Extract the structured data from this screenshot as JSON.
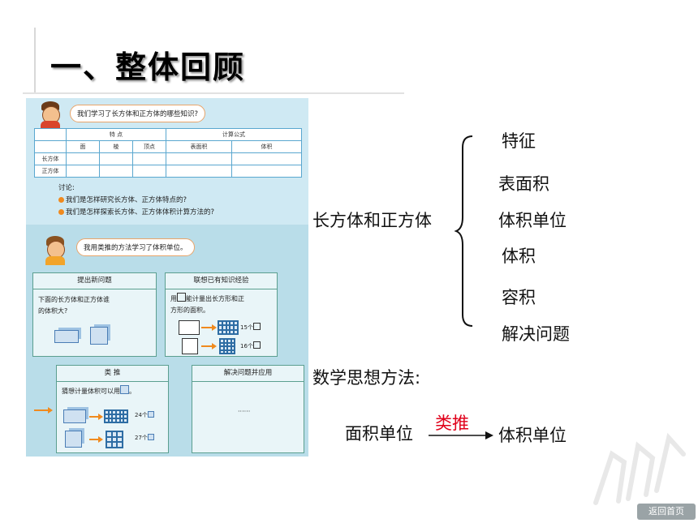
{
  "slide": {
    "title": "一、整体回顾"
  },
  "textbook": {
    "q1": "我们学习了长方体和正方体的哪些知识?",
    "table": {
      "group_features": "特 点",
      "group_formula": "计算公式",
      "sub_headers": [
        "面",
        "棱",
        "顶点",
        "表面积",
        "体积"
      ],
      "rows": [
        "长方体",
        "正方体"
      ]
    },
    "discuss_label": "讨论:",
    "discuss_items": [
      "我们是怎样研究长方体、正方体特点的?",
      "我们是怎样探索长方体、正方体体积计算方法的?"
    ],
    "q2": "我用类推的方法学习了体积单位。",
    "panel_new_problem": {
      "title": "提出新问题",
      "text1": "下面的长方体和正方体谁",
      "text2": "的体积大?"
    },
    "panel_experience": {
      "title": "联想已有知识经验",
      "text1_a": "用",
      "text1_b": "能计量出长方形和正",
      "text2": "方形的面积。",
      "count1": "15个",
      "count2": "16个"
    },
    "panel_analogy": {
      "title": "类 推",
      "text_a": "猜想计量体积可以用",
      "text_b": "。",
      "count1": "24个",
      "count2": "27个"
    },
    "panel_apply": {
      "title": "解决问题并应用",
      "ellipsis": "······"
    }
  },
  "mindmap": {
    "root": "长方体和正方体",
    "branches": [
      "特征",
      "表面积",
      "体积单位",
      "体积",
      "容积",
      "解决问题"
    ]
  },
  "methods": {
    "heading": "数学思想方法:",
    "from": "面积单位",
    "arrow_label": "类推",
    "to": "体积单位"
  },
  "nav": {
    "home_label": "返回首页"
  },
  "colors": {
    "accent_red": "#e0001a",
    "panel_border": "#5b9f90",
    "book_bg": "#b9dde9",
    "arrow_orange": "#f08a1e"
  }
}
